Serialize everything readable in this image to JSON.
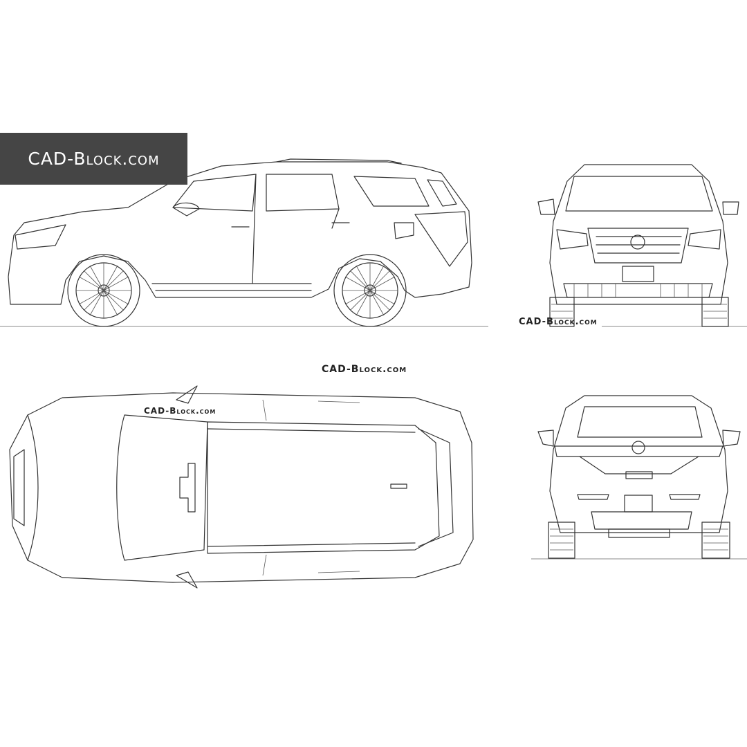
{
  "logo": {
    "text": "CAD-Block.com",
    "background": "#454545",
    "text_color": "#ffffff"
  },
  "watermarks": {
    "front_view": "CAD-Block.com",
    "center": "CAD-Block.com",
    "top_view": "CAD-Block.com"
  },
  "views": [
    "side-view",
    "front-view",
    "top-view",
    "rear-view"
  ],
  "line_color": "#333333"
}
